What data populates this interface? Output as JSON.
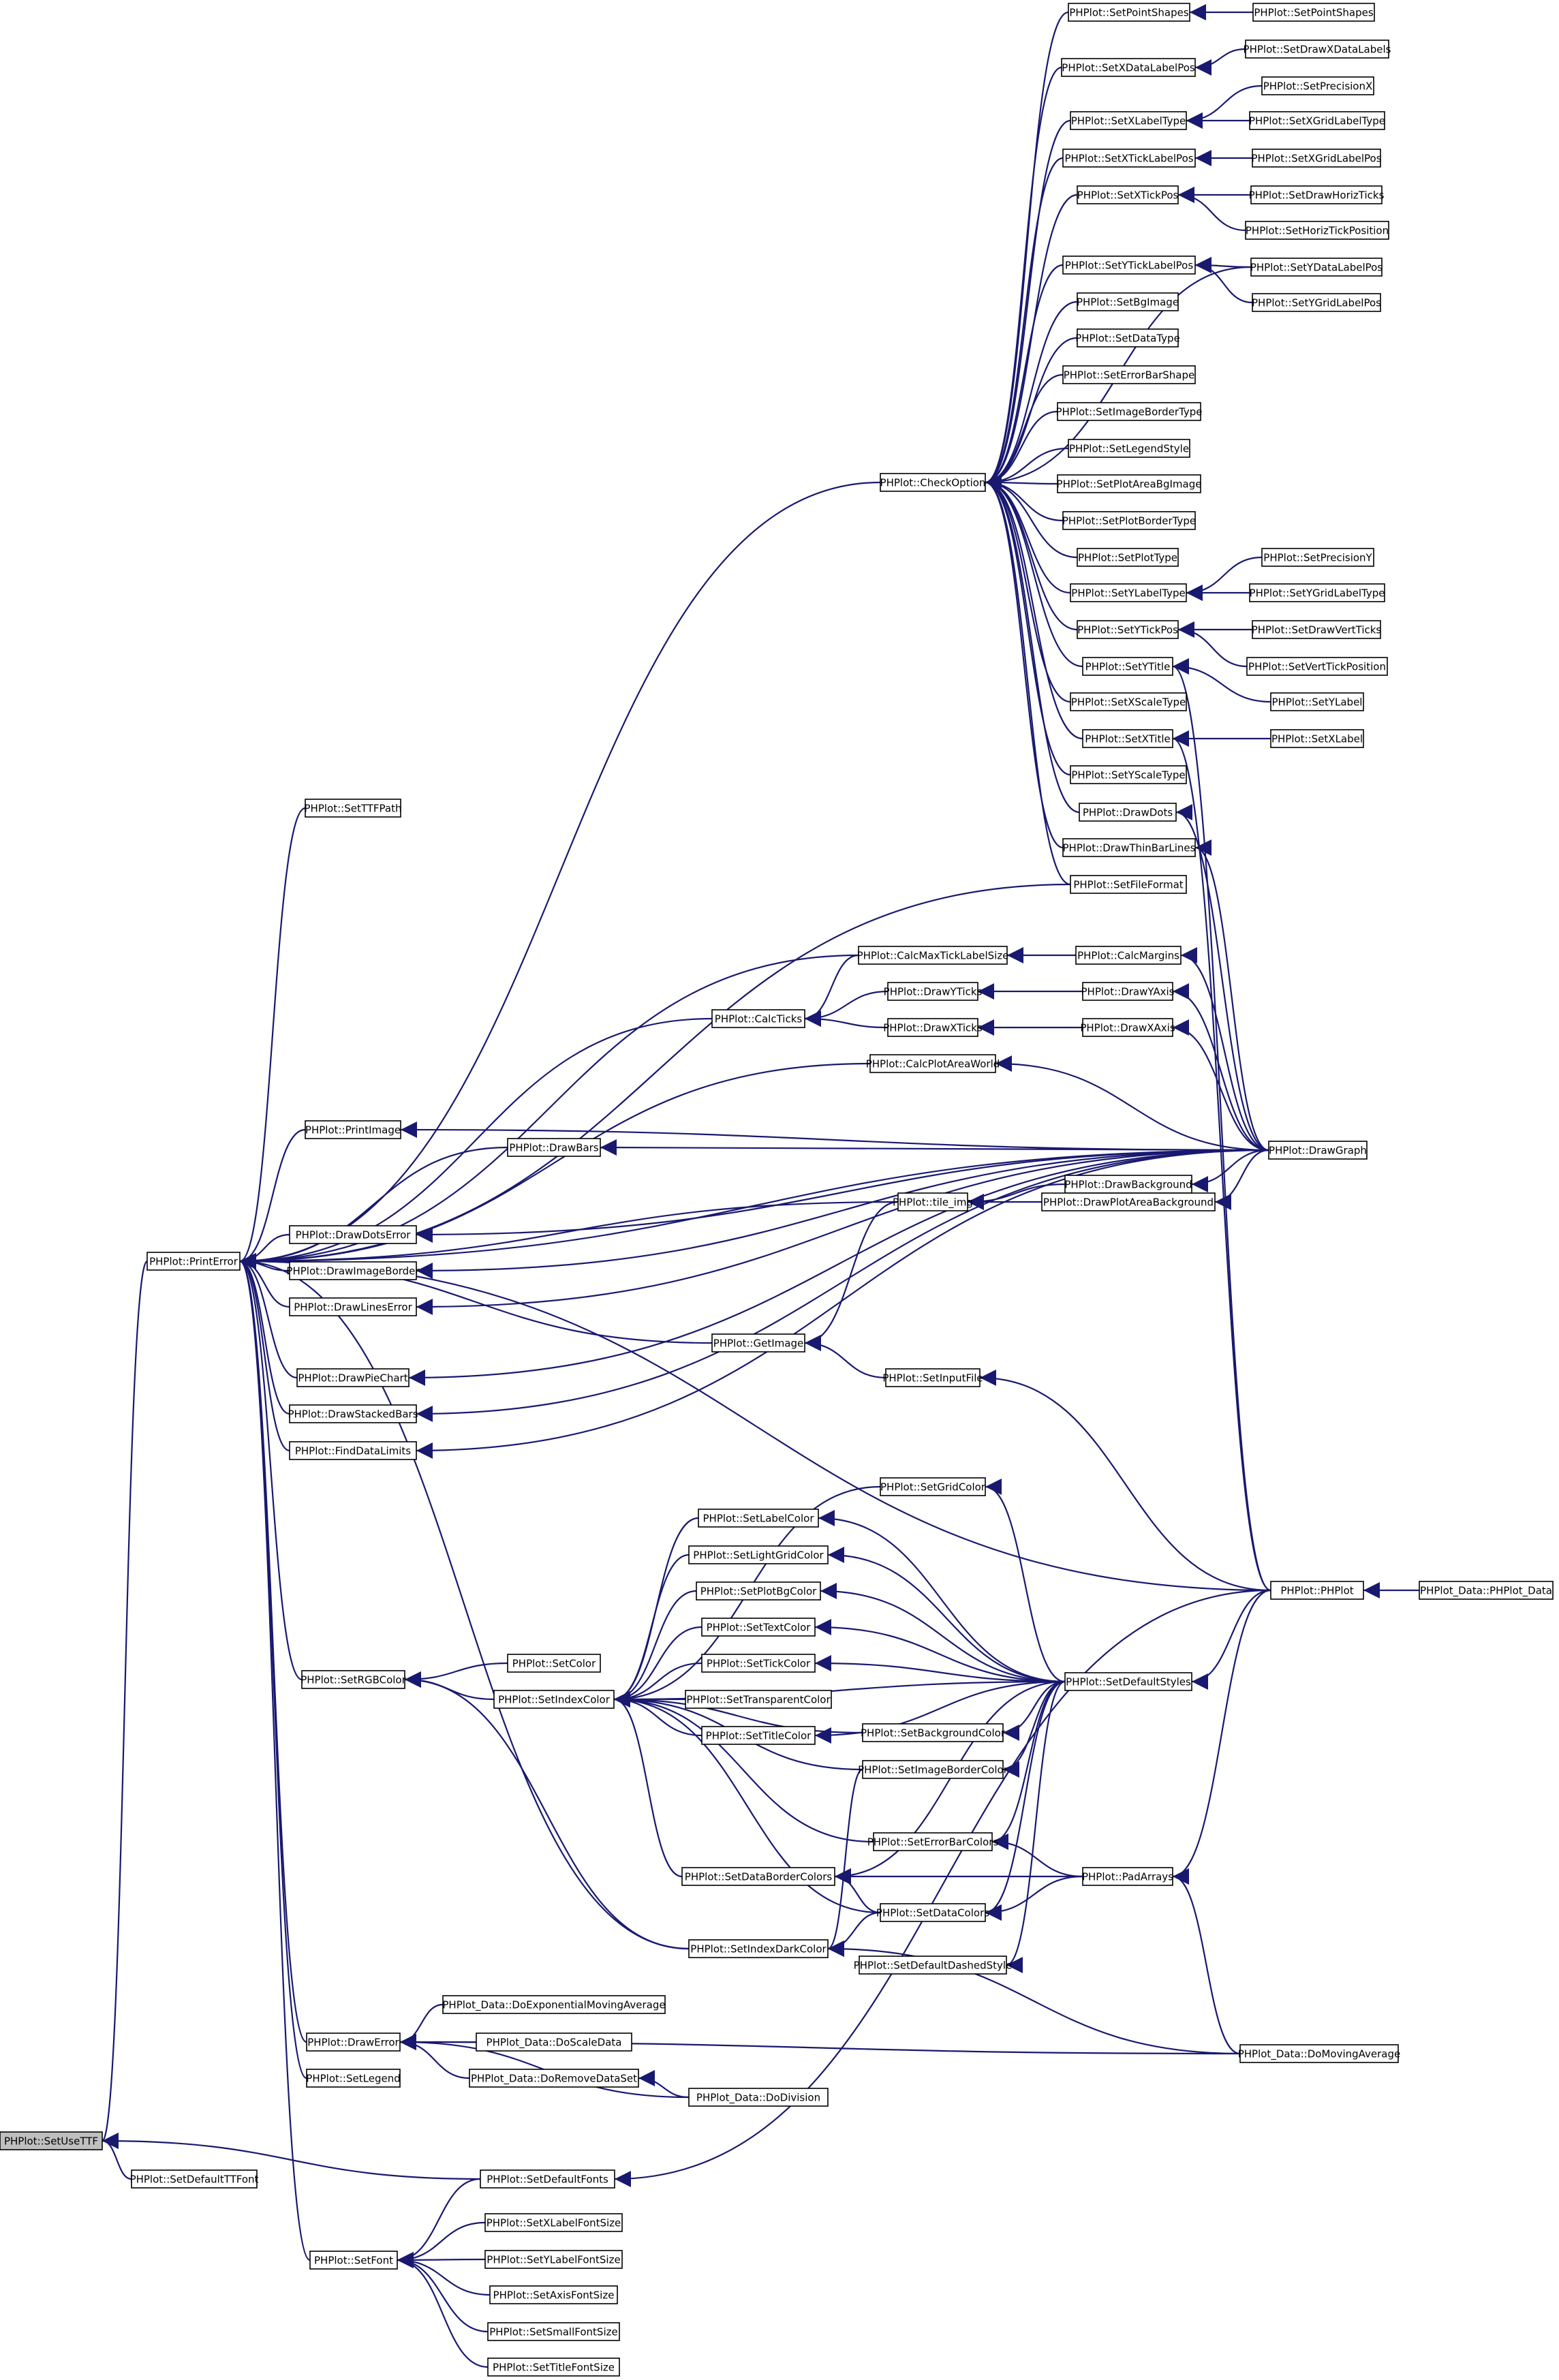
{
  "graph": {
    "root": "PHPlot::SetUseTTF",
    "nodes": [
      {
        "id": "SetUseTTF",
        "label": "PHPlot::SetUseTTF",
        "focus": true
      },
      {
        "id": "PrintError",
        "label": "PHPlot::PrintError"
      },
      {
        "id": "SetDefaultTTFont",
        "label": "PHPlot::SetDefaultTTFont"
      },
      {
        "id": "SetDefaultFonts",
        "label": "PHPlot::SetDefaultFonts"
      },
      {
        "id": "SetTTFPath",
        "label": "PHPlot::SetTTFPath"
      },
      {
        "id": "PrintImage",
        "label": "PHPlot::PrintImage"
      },
      {
        "id": "DrawDotsError",
        "label": "PHPlot::DrawDotsError"
      },
      {
        "id": "DrawImageBorder",
        "label": "PHPlot::DrawImageBorder"
      },
      {
        "id": "DrawLinesError",
        "label": "PHPlot::DrawLinesError"
      },
      {
        "id": "DrawPieChart",
        "label": "PHPlot::DrawPieChart"
      },
      {
        "id": "DrawStackedBars",
        "label": "PHPlot::DrawStackedBars"
      },
      {
        "id": "FindDataLimits",
        "label": "PHPlot::FindDataLimits"
      },
      {
        "id": "SetRGBColor",
        "label": "PHPlot::SetRGBColor"
      },
      {
        "id": "DrawError",
        "label": "PHPlot::DrawError"
      },
      {
        "id": "SetLegend",
        "label": "PHPlot::SetLegend"
      },
      {
        "id": "SetFont",
        "label": "PHPlot::SetFont"
      },
      {
        "id": "DrawBars",
        "label": "PHPlot::DrawBars"
      },
      {
        "id": "SetColor",
        "label": "PHPlot::SetColor"
      },
      {
        "id": "SetIndexColor",
        "label": "PHPlot::SetIndexColor"
      },
      {
        "id": "DoExponentialMovingAverage",
        "label": "PHPlot_Data::DoExponentialMovingAverage"
      },
      {
        "id": "DoScaleData",
        "label": "PHPlot_Data::DoScaleData"
      },
      {
        "id": "DoRemoveDataSet",
        "label": "PHPlot_Data::DoRemoveDataSet"
      },
      {
        "id": "SetXLabelFontSize",
        "label": "PHPlot::SetXLabelFontSize"
      },
      {
        "id": "SetYLabelFontSize",
        "label": "PHPlot::SetYLabelFontSize"
      },
      {
        "id": "SetAxisFontSize",
        "label": "PHPlot::SetAxisFontSize"
      },
      {
        "id": "SetSmallFontSize",
        "label": "PHPlot::SetSmallFontSize"
      },
      {
        "id": "SetTitleFontSize",
        "label": "PHPlot::SetTitleFontSize"
      },
      {
        "id": "CalcTicks",
        "label": "PHPlot::CalcTicks"
      },
      {
        "id": "GetImage",
        "label": "PHPlot::GetImage"
      },
      {
        "id": "SetLabelColor",
        "label": "PHPlot::SetLabelColor"
      },
      {
        "id": "SetLightGridColor",
        "label": "PHPlot::SetLightGridColor"
      },
      {
        "id": "SetPlotBgColor",
        "label": "PHPlot::SetPlotBgColor"
      },
      {
        "id": "SetTextColor",
        "label": "PHPlot::SetTextColor"
      },
      {
        "id": "SetTickColor",
        "label": "PHPlot::SetTickColor"
      },
      {
        "id": "SetTransparentColor",
        "label": "PHPlot::SetTransparentColor"
      },
      {
        "id": "SetTitleColor",
        "label": "PHPlot::SetTitleColor"
      },
      {
        "id": "SetDataBorderColors",
        "label": "PHPlot::SetDataBorderColors"
      },
      {
        "id": "SetIndexDarkColor",
        "label": "PHPlot::SetIndexDarkColor"
      },
      {
        "id": "DoDivision",
        "label": "PHPlot_Data::DoDivision"
      },
      {
        "id": "CheckOption",
        "label": "PHPlot::CheckOption"
      },
      {
        "id": "CalcMaxTickLabelSize",
        "label": "PHPlot::CalcMaxTickLabelSize"
      },
      {
        "id": "DrawYTicks",
        "label": "PHPlot::DrawYTicks"
      },
      {
        "id": "DrawXTicks",
        "label": "PHPlot::DrawXTicks"
      },
      {
        "id": "CalcPlotAreaWorld",
        "label": "PHPlot::CalcPlotAreaWorld"
      },
      {
        "id": "tile_img",
        "label": "PHPlot::tile_img"
      },
      {
        "id": "SetInputFile",
        "label": "PHPlot::SetInputFile"
      },
      {
        "id": "SetGridColor",
        "label": "PHPlot::SetGridColor"
      },
      {
        "id": "SetBackgroundColor",
        "label": "PHPlot::SetBackgroundColor"
      },
      {
        "id": "SetImageBorderColor",
        "label": "PHPlot::SetImageBorderColor"
      },
      {
        "id": "SetErrorBarColors",
        "label": "PHPlot::SetErrorBarColors"
      },
      {
        "id": "SetDataColors",
        "label": "PHPlot::SetDataColors"
      },
      {
        "id": "SetDefaultDashedStyle",
        "label": "PHPlot::SetDefaultDashedStyle"
      },
      {
        "id": "SetPointShapes",
        "label": "PHPlot::SetPointShapes"
      },
      {
        "id": "SetXDataLabelPos",
        "label": "PHPlot::SetXDataLabelPos"
      },
      {
        "id": "SetXLabelType",
        "label": "PHPlot::SetXLabelType"
      },
      {
        "id": "SetXTickLabelPos",
        "label": "PHPlot::SetXTickLabelPos"
      },
      {
        "id": "SetXTickPos",
        "label": "PHPlot::SetXTickPos"
      },
      {
        "id": "SetYTickLabelPos",
        "label": "PHPlot::SetYTickLabelPos"
      },
      {
        "id": "SetBgImage",
        "label": "PHPlot::SetBgImage"
      },
      {
        "id": "SetDataType",
        "label": "PHPlot::SetDataType"
      },
      {
        "id": "SetErrorBarShape",
        "label": "PHPlot::SetErrorBarShape"
      },
      {
        "id": "SetImageBorderType",
        "label": "PHPlot::SetImageBorderType"
      },
      {
        "id": "SetLegendStyle",
        "label": "PHPlot::SetLegendStyle"
      },
      {
        "id": "SetPlotAreaBgImage",
        "label": "PHPlot::SetPlotAreaBgImage"
      },
      {
        "id": "SetPlotBorderType",
        "label": "PHPlot::SetPlotBorderType"
      },
      {
        "id": "SetPlotType",
        "label": "PHPlot::SetPlotType"
      },
      {
        "id": "SetYLabelType",
        "label": "PHPlot::SetYLabelType"
      },
      {
        "id": "SetYTickPos",
        "label": "PHPlot::SetYTickPos"
      },
      {
        "id": "SetYTitle",
        "label": "PHPlot::SetYTitle"
      },
      {
        "id": "SetXScaleType",
        "label": "PHPlot::SetXScaleType"
      },
      {
        "id": "SetXTitle",
        "label": "PHPlot::SetXTitle"
      },
      {
        "id": "SetYScaleType",
        "label": "PHPlot::SetYScaleType"
      },
      {
        "id": "DrawDots",
        "label": "PHPlot::DrawDots"
      },
      {
        "id": "DrawThinBarLines",
        "label": "PHPlot::DrawThinBarLines"
      },
      {
        "id": "SetFileFormat",
        "label": "PHPlot::SetFileFormat"
      },
      {
        "id": "CalcMargins",
        "label": "PHPlot::CalcMargins"
      },
      {
        "id": "DrawYAxis",
        "label": "PHPlot::DrawYAxis"
      },
      {
        "id": "DrawXAxis",
        "label": "PHPlot::DrawXAxis"
      },
      {
        "id": "DrawBackground",
        "label": "PHPlot::DrawBackground"
      },
      {
        "id": "DrawPlotAreaBackground",
        "label": "PHPlot::DrawPlotAreaBackground"
      },
      {
        "id": "SetDefaultStyles",
        "label": "PHPlot::SetDefaultStyles"
      },
      {
        "id": "PadArrays",
        "label": "PHPlot::PadArrays"
      },
      {
        "id": "DoMovingAverage",
        "label": "PHPlot_Data::DoMovingAverage"
      },
      {
        "id": "SetDrawXDataLabels",
        "label": "PHPlot::SetDrawXDataLabels"
      },
      {
        "id": "SetPrecisionX",
        "label": "PHPlot::SetPrecisionX"
      },
      {
        "id": "SetXGridLabelType",
        "label": "PHPlot::SetXGridLabelType"
      },
      {
        "id": "SetXGridLabelPos",
        "label": "PHPlot::SetXGridLabelPos"
      },
      {
        "id": "SetDrawHorizTicks",
        "label": "PHPlot::SetDrawHorizTicks"
      },
      {
        "id": "SetHorizTickPosition",
        "label": "PHPlot::SetHorizTickPosition"
      },
      {
        "id": "SetYDataLabelPos",
        "label": "PHPlot::SetYDataLabelPos"
      },
      {
        "id": "SetYGridLabelPos",
        "label": "PHPlot::SetYGridLabelPos"
      },
      {
        "id": "SetPrecisionY",
        "label": "PHPlot::SetPrecisionY"
      },
      {
        "id": "SetYGridLabelType",
        "label": "PHPlot::SetYGridLabelType"
      },
      {
        "id": "SetDrawVertTicks",
        "label": "PHPlot::SetDrawVertTicks"
      },
      {
        "id": "SetVertTickPosition",
        "label": "PHPlot::SetVertTickPosition"
      },
      {
        "id": "SetYLabel",
        "label": "PHPlot::SetYLabel"
      },
      {
        "id": "SetXLabel",
        "label": "PHPlot::SetXLabel"
      },
      {
        "id": "DrawGraph",
        "label": "PHPlot::DrawGraph"
      },
      {
        "id": "PHPlot",
        "label": "PHPlot::PHPlot"
      },
      {
        "id": "SetPointShapes2",
        "label": "PHPlot::SetPointShapes"
      },
      {
        "id": "PHPlot_Data",
        "label": "PHPlot_Data::PHPlot_Data"
      }
    ],
    "edges": [
      [
        "SetUseTTF",
        "PrintError"
      ],
      [
        "SetUseTTF",
        "SetDefaultTTFont"
      ],
      [
        "SetUseTTF",
        "SetDefaultFonts"
      ],
      [
        "PrintError",
        "SetTTFPath"
      ],
      [
        "PrintError",
        "CheckOption"
      ],
      [
        "PrintError",
        "SetFileFormat"
      ],
      [
        "PrintError",
        "CalcMaxTickLabelSize"
      ],
      [
        "PrintError",
        "CalcTicks"
      ],
      [
        "PrintError",
        "CalcPlotAreaWorld"
      ],
      [
        "PrintError",
        "PrintImage"
      ],
      [
        "PrintError",
        "DrawBars"
      ],
      [
        "PrintError",
        "tile_img"
      ],
      [
        "PrintError",
        "DrawDotsError"
      ],
      [
        "PrintError",
        "DrawImageBorder"
      ],
      [
        "PrintError",
        "DrawLinesError"
      ],
      [
        "PrintError",
        "GetImage"
      ],
      [
        "PrintError",
        "DrawPieChart"
      ],
      [
        "PrintError",
        "DrawStackedBars"
      ],
      [
        "PrintError",
        "FindDataLimits"
      ],
      [
        "PrintError",
        "SetRGBColor"
      ],
      [
        "PrintError",
        "SetIndexDarkColor"
      ],
      [
        "PrintError",
        "DrawError"
      ],
      [
        "PrintError",
        "SetLegend"
      ],
      [
        "PrintError",
        "SetFont"
      ],
      [
        "PrintError",
        "DrawGraph"
      ],
      [
        "PrintError",
        "PHPlot"
      ],
      [
        "SetRGBColor",
        "SetColor"
      ],
      [
        "SetRGBColor",
        "SetIndexColor"
      ],
      [
        "SetRGBColor",
        "SetIndexDarkColor"
      ],
      [
        "DrawError",
        "DoExponentialMovingAverage"
      ],
      [
        "DrawError",
        "DoScaleData"
      ],
      [
        "DrawError",
        "DoRemoveDataSet"
      ],
      [
        "DrawError",
        "DoDivision"
      ],
      [
        "DrawError",
        "DoMovingAverage"
      ],
      [
        "SetFont",
        "SetDefaultFonts"
      ],
      [
        "SetFont",
        "SetXLabelFontSize"
      ],
      [
        "SetFont",
        "SetYLabelFontSize"
      ],
      [
        "SetFont",
        "SetAxisFontSize"
      ],
      [
        "SetFont",
        "SetSmallFontSize"
      ],
      [
        "SetFont",
        "SetTitleFontSize"
      ],
      [
        "SetIndexColor",
        "SetLabelColor"
      ],
      [
        "SetIndexColor",
        "SetLightGridColor"
      ],
      [
        "SetIndexColor",
        "SetPlotBgColor"
      ],
      [
        "SetIndexColor",
        "SetTextColor"
      ],
      [
        "SetIndexColor",
        "SetTickColor"
      ],
      [
        "SetIndexColor",
        "SetTransparentColor"
      ],
      [
        "SetIndexColor",
        "SetTitleColor"
      ],
      [
        "SetIndexColor",
        "SetGridColor"
      ],
      [
        "SetIndexColor",
        "SetBackgroundColor"
      ],
      [
        "SetIndexColor",
        "SetImageBorderColor"
      ],
      [
        "SetIndexColor",
        "SetErrorBarColors"
      ],
      [
        "SetIndexColor",
        "SetDataBorderColors"
      ],
      [
        "SetIndexColor",
        "SetDataColors"
      ],
      [
        "SetIndexColor",
        "SetDefaultStyles"
      ],
      [
        "SetIndexDarkColor",
        "SetDataColors"
      ],
      [
        "SetIndexDarkColor",
        "SetImageBorderColor"
      ],
      [
        "SetIndexDarkColor",
        "DoMovingAverage"
      ],
      [
        "CalcTicks",
        "CalcMaxTickLabelSize"
      ],
      [
        "CalcTicks",
        "DrawYTicks"
      ],
      [
        "CalcTicks",
        "DrawXTicks"
      ],
      [
        "GetImage",
        "tile_img"
      ],
      [
        "GetImage",
        "SetInputFile"
      ],
      [
        "DoRemoveDataSet",
        "DoDivision"
      ],
      [
        "CheckOption",
        "SetPointShapes"
      ],
      [
        "CheckOption",
        "SetXDataLabelPos"
      ],
      [
        "CheckOption",
        "SetXLabelType"
      ],
      [
        "CheckOption",
        "SetXTickLabelPos"
      ],
      [
        "CheckOption",
        "SetXTickPos"
      ],
      [
        "CheckOption",
        "SetYTickLabelPos"
      ],
      [
        "CheckOption",
        "SetBgImage"
      ],
      [
        "CheckOption",
        "SetDataType"
      ],
      [
        "CheckOption",
        "SetErrorBarShape"
      ],
      [
        "CheckOption",
        "SetImageBorderType"
      ],
      [
        "CheckOption",
        "SetLegendStyle"
      ],
      [
        "CheckOption",
        "SetPlotAreaBgImage"
      ],
      [
        "CheckOption",
        "SetPlotBorderType"
      ],
      [
        "CheckOption",
        "SetPlotType"
      ],
      [
        "CheckOption",
        "SetYLabelType"
      ],
      [
        "CheckOption",
        "SetYTickPos"
      ],
      [
        "CheckOption",
        "SetYTitle"
      ],
      [
        "CheckOption",
        "SetXScaleType"
      ],
      [
        "CheckOption",
        "SetXTitle"
      ],
      [
        "CheckOption",
        "SetYScaleType"
      ],
      [
        "CheckOption",
        "DrawDots"
      ],
      [
        "CheckOption",
        "DrawThinBarLines"
      ],
      [
        "CheckOption",
        "SetFileFormat"
      ],
      [
        "CheckOption",
        "SetYDataLabelPos"
      ],
      [
        "CalcMaxTickLabelSize",
        "CalcMargins"
      ],
      [
        "DrawYTicks",
        "DrawYAxis"
      ],
      [
        "DrawXTicks",
        "DrawXAxis"
      ],
      [
        "CalcPlotAreaWorld",
        "DrawGraph"
      ],
      [
        "tile_img",
        "DrawBackground"
      ],
      [
        "tile_img",
        "DrawPlotAreaBackground"
      ],
      [
        "PrintImage",
        "DrawGraph"
      ],
      [
        "DrawBars",
        "DrawGraph"
      ],
      [
        "DrawDotsError",
        "DrawGraph"
      ],
      [
        "DrawImageBorder",
        "DrawGraph"
      ],
      [
        "DrawLinesError",
        "DrawGraph"
      ],
      [
        "DrawPieChart",
        "DrawGraph"
      ],
      [
        "DrawStackedBars",
        "DrawGraph"
      ],
      [
        "FindDataLimits",
        "DrawGraph"
      ],
      [
        "SetInputFile",
        "PHPlot"
      ],
      [
        "SetLabelColor",
        "SetDefaultStyles"
      ],
      [
        "SetLightGridColor",
        "SetDefaultStyles"
      ],
      [
        "SetPlotBgColor",
        "SetDefaultStyles"
      ],
      [
        "SetTextColor",
        "SetDefaultStyles"
      ],
      [
        "SetTickColor",
        "SetDefaultStyles"
      ],
      [
        "SetTitleColor",
        "SetDefaultStyles"
      ],
      [
        "SetGridColor",
        "SetDefaultStyles"
      ],
      [
        "SetBackgroundColor",
        "SetDefaultStyles"
      ],
      [
        "SetImageBorderColor",
        "SetDefaultStyles"
      ],
      [
        "SetErrorBarColors",
        "SetDefaultStyles"
      ],
      [
        "SetDataBorderColors",
        "SetDefaultStyles"
      ],
      [
        "SetDataColors",
        "SetDefaultStyles"
      ],
      [
        "SetDefaultDashedStyle",
        "SetDefaultStyles"
      ],
      [
        "SetErrorBarColors",
        "PadArrays"
      ],
      [
        "SetDataBorderColors",
        "PadArrays"
      ],
      [
        "SetDataColors",
        "PadArrays"
      ],
      [
        "SetDataBorderColors",
        "SetDataColors"
      ],
      [
        "SetPointShapes",
        "SetPointShapes2"
      ],
      [
        "SetXDataLabelPos",
        "SetDrawXDataLabels"
      ],
      [
        "SetXLabelType",
        "SetPrecisionX"
      ],
      [
        "SetXLabelType",
        "SetXGridLabelType"
      ],
      [
        "SetXTickLabelPos",
        "SetXGridLabelPos"
      ],
      [
        "SetXTickPos",
        "SetDrawHorizTicks"
      ],
      [
        "SetXTickPos",
        "SetHorizTickPosition"
      ],
      [
        "SetYTickLabelPos",
        "SetYDataLabelPos"
      ],
      [
        "SetYTickLabelPos",
        "SetYGridLabelPos"
      ],
      [
        "SetYLabelType",
        "SetPrecisionY"
      ],
      [
        "SetYLabelType",
        "SetYGridLabelType"
      ],
      [
        "SetYTickPos",
        "SetDrawVertTicks"
      ],
      [
        "SetYTickPos",
        "SetVertTickPosition"
      ],
      [
        "SetYTitle",
        "SetYLabel"
      ],
      [
        "SetXTitle",
        "SetXLabel"
      ],
      [
        "SetYTitle",
        "PHPlot"
      ],
      [
        "SetXTitle",
        "PHPlot"
      ],
      [
        "DrawDots",
        "DrawGraph"
      ],
      [
        "DrawThinBarLines",
        "DrawGraph"
      ],
      [
        "CalcMargins",
        "DrawGraph"
      ],
      [
        "DrawYAxis",
        "DrawGraph"
      ],
      [
        "DrawXAxis",
        "DrawGraph"
      ],
      [
        "DrawBackground",
        "DrawGraph"
      ],
      [
        "DrawPlotAreaBackground",
        "DrawGraph"
      ],
      [
        "SetDefaultStyles",
        "PHPlot"
      ],
      [
        "PadArrays",
        "PHPlot"
      ],
      [
        "PadArrays",
        "DoMovingAverage"
      ],
      [
        "SetDefaultFonts",
        "PHPlot"
      ],
      [
        "PHPlot",
        "PHPlot_Data"
      ]
    ]
  }
}
